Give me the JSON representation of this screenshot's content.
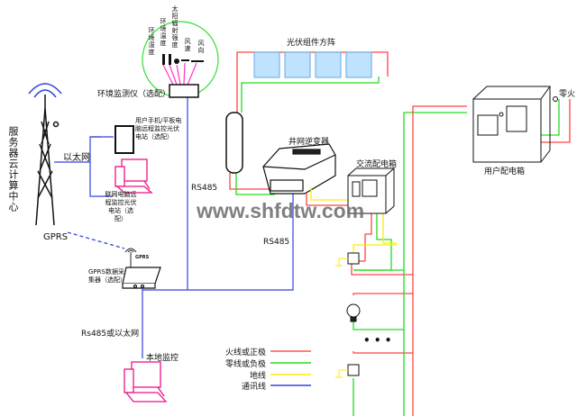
{
  "server_center": "服务器云计算中心",
  "ethernet": "以太网",
  "tablet_label": "用户手机/平板电脑远程监控光伏电站（选配）",
  "pc_label": "联网电脑远程监控光伏电站（选配）",
  "gprs": "GPRS",
  "gprs_device_text": "GPRS",
  "gprs_collector": "GPRS数据采集器（选配）",
  "rs485_eth": "Rs485或以太网",
  "local_monitor": "本地监控",
  "env_monitor": "环境监测仪（选配）",
  "sensors": [
    "环境湿度",
    "环境温度",
    "太阳辐射强度",
    "风速",
    "风向"
  ],
  "pv_array": "光伏组件方阵",
  "inverter": "井网逆变器",
  "ac_box": "交流配电箱",
  "user_box": "用户配电箱",
  "zero_fire": "零火",
  "rs485_a": "RS485",
  "rs485_b": "RS485",
  "watermark": "www.shfdtw.com",
  "legend": [
    {
      "label": "火线或正极",
      "color": "#ff5555"
    },
    {
      "label": "零线或负极",
      "color": "#22dd22"
    },
    {
      "label": "地线",
      "color": "#ffee00"
    },
    {
      "label": "通讯线",
      "color": "#3344dd"
    }
  ],
  "colors": {
    "red": "#ff4444",
    "green": "#22dd22",
    "yellow": "#ffee00",
    "blue": "#3344dd",
    "magenta": "#ff33cc",
    "pc": "#ee1188"
  }
}
